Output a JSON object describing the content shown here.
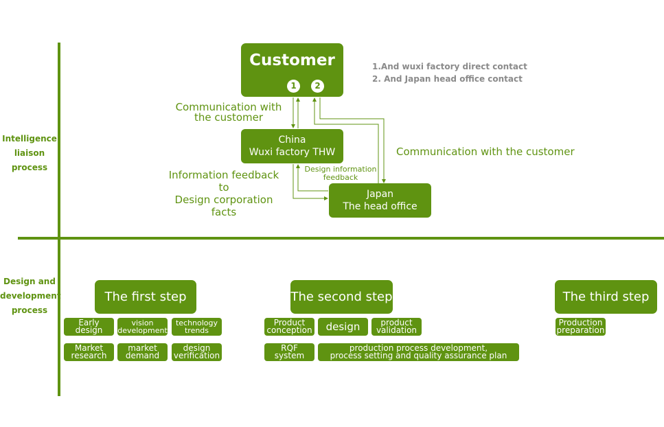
{
  "sections": {
    "intelligence": "Intelligence\nliaison\nprocess",
    "design": "Design and\ndevelopment\nprocess"
  },
  "customer": {
    "title": "Customer",
    "badge1": "1",
    "badge2": "2"
  },
  "notes": {
    "line1": "1.And wuxi factory direct contact",
    "line2": "2. And Japan head office contact"
  },
  "china_box": "China\nWuxi factory THW",
  "japan_box": "Japan\nThe head office",
  "annotations": {
    "comm_left": "Communication with\nthe customer",
    "comm_right": "Communication with the customer",
    "info_feedback": "Information feedback to\nDesign corporation facts",
    "design_feedback": "Design information\nfeedback"
  },
  "steps": {
    "first": {
      "title": "The first step",
      "items": [
        "Early design",
        "vision\ndevelopment",
        "technology\ntrends",
        "Market\nresearch",
        "market\ndemand",
        "design\nverification"
      ]
    },
    "second": {
      "title": "The second step",
      "items": [
        "Product\nconception",
        "design",
        "product\nvalidation",
        "RQF system",
        "production process development,\nprocess setting and quality assurance plan"
      ]
    },
    "third": {
      "title": "The third step",
      "items": [
        "Production\npreparation"
      ]
    }
  },
  "colors": {
    "green": "#5f9311",
    "note_gray": "#8a8a8a"
  }
}
